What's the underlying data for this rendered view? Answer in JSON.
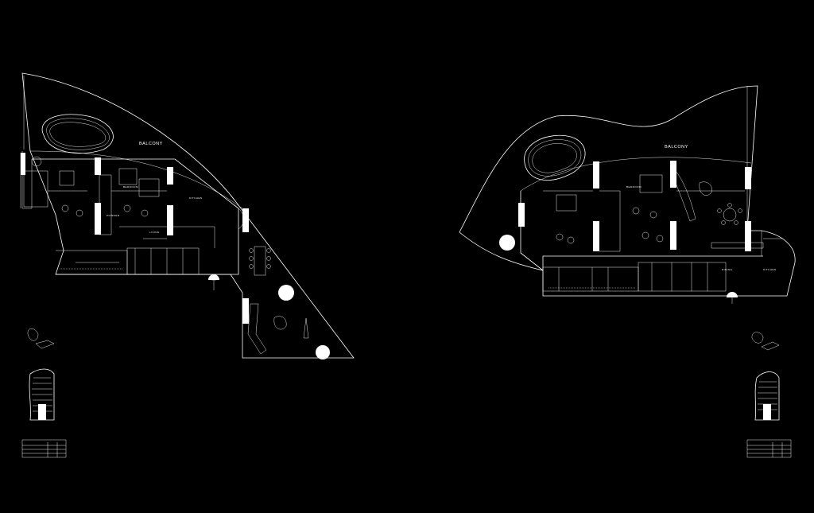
{
  "plans": [
    {
      "id": "left",
      "balcony_label": "BALCONY",
      "room_labels": [
        "BEDROOM",
        "KITCHEN",
        "POWDER",
        "LIVING"
      ],
      "table": {
        "header": "",
        "rows": [
          [
            "",
            "",
            ""
          ],
          [
            "",
            "",
            ""
          ],
          [
            "",
            "",
            ""
          ]
        ]
      }
    },
    {
      "id": "right",
      "balcony_label": "BALCONY",
      "room_labels": [
        "BEDROOM",
        "KITCHEN",
        "DINING"
      ],
      "table": {
        "header": "",
        "rows": [
          [
            "",
            "",
            ""
          ],
          [
            "",
            "",
            ""
          ],
          [
            "",
            "",
            ""
          ]
        ]
      }
    }
  ],
  "colors": {
    "background": "#000000",
    "line": "#ffffff"
  }
}
